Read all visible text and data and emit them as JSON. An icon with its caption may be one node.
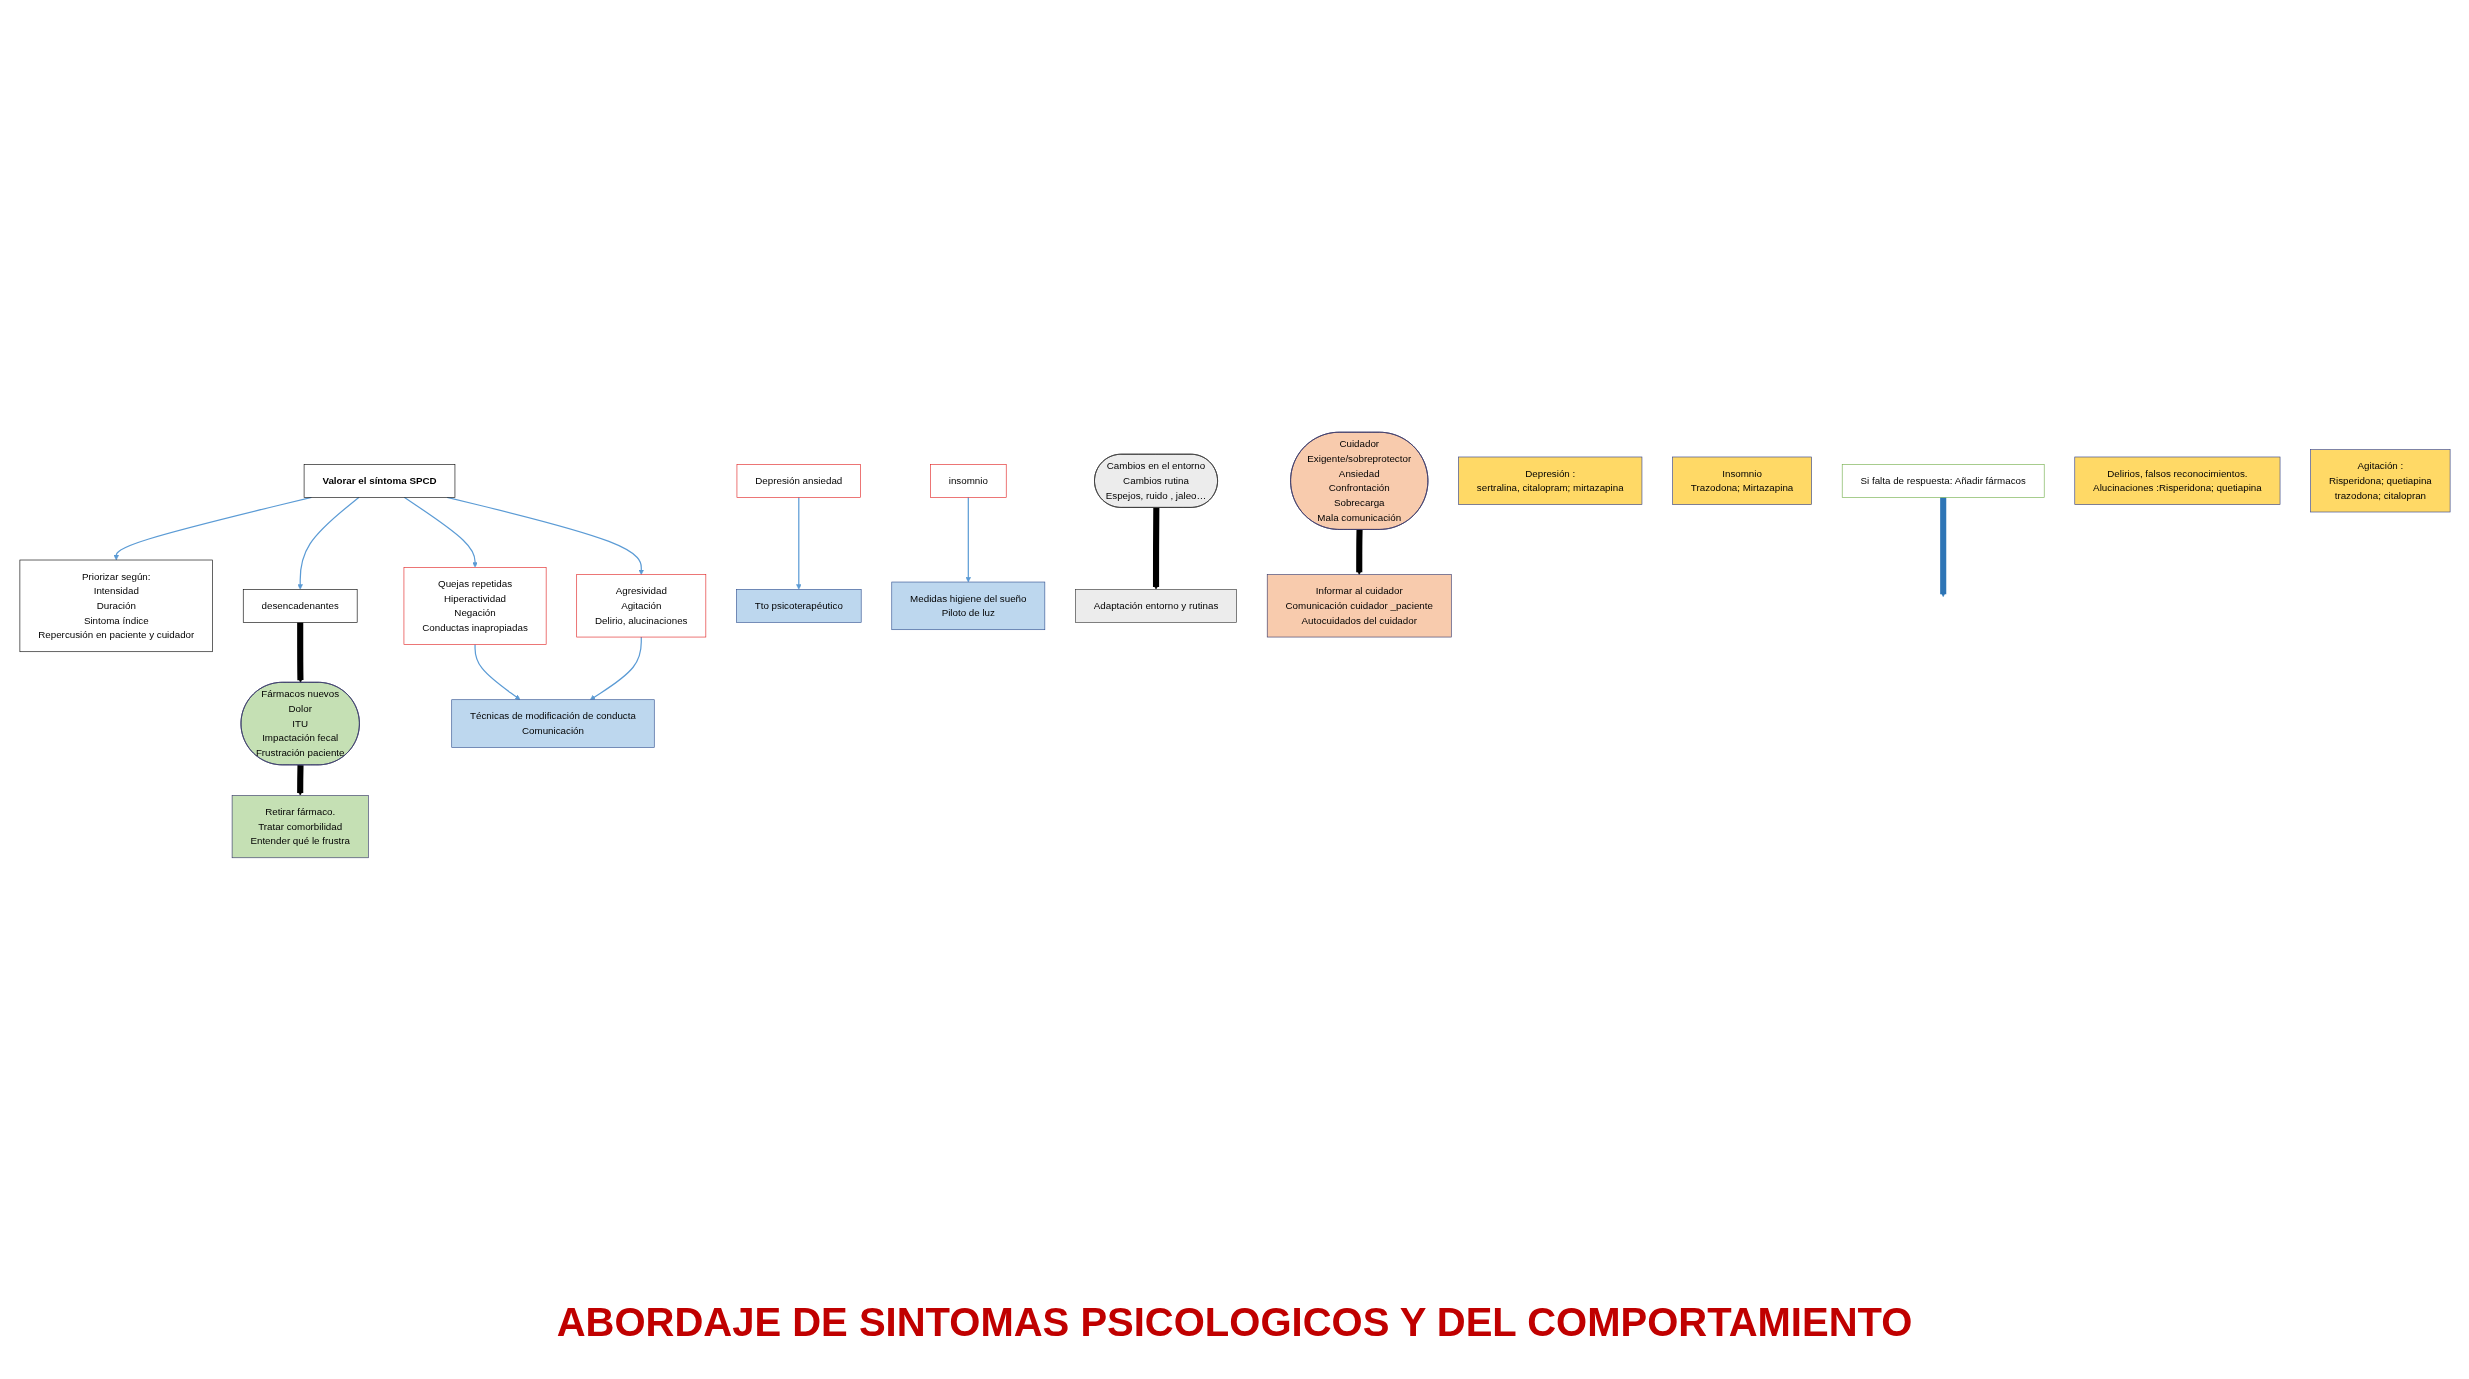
{
  "diagram": {
    "title": "ABORDAJE DE SINTOMAS PSICOLOGICOS Y DEL COMPORTAMIENTO",
    "nodes": [
      {
        "text": [
          "Priorizar según:",
          "Intensidad",
          "Duración",
          "Sintoma índice",
          "Repercusión en paciente y cuidador"
        ]
      },
      {
        "text": [
          "Valorar el síntoma SPCD"
        ]
      },
      {
        "text": [
          "Quejas repetidas",
          "Hiperactividad",
          "Negación",
          "Conductas inapropiadas"
        ]
      },
      {
        "text": [
          "desencadenantes"
        ]
      },
      {
        "text": [
          "Fármacos nuevos",
          "Dolor",
          "ITU",
          "Impactación fecal",
          "Frustración paciente"
        ]
      },
      {
        "text": [
          "Retirar fármaco.",
          "Tratar comorbilidad",
          "Entender qué le frustra"
        ]
      },
      {
        "text": [
          "Agresividad",
          "Agitación",
          "Delirio, alucinaciones"
        ]
      },
      {
        "text": [
          "Técnicas de modificación de conducta",
          "Comunicación"
        ]
      },
      {
        "text": [
          "Depresión ansiedad"
        ]
      },
      {
        "text": [
          "insomnio"
        ]
      },
      {
        "text": [
          "Tto psicoterapéutico"
        ]
      },
      {
        "text": [
          "Medidas higiene del sueño",
          "Piloto de luz"
        ]
      },
      {
        "text": [
          "Cambios en el entorno",
          "Cambios rutina",
          "Espejos, ruido , jaleo…"
        ]
      },
      {
        "text": [
          "Adaptación entorno y rutinas"
        ]
      },
      {
        "text": [
          "Si falta de respuesta: Añadir fármacos"
        ]
      },
      {
        "text": [
          "Depresión :",
          "sertralina, citalopram; mirtazapina"
        ]
      },
      {
        "text": [
          "Insomnio",
          "Trazodona; Mirtazapina"
        ]
      },
      {
        "text": [
          "Cuidador",
          "Exigente/sobreprotector",
          "Ansiedad",
          "Confrontación",
          "Sobrecarga",
          "Mala comunicación"
        ]
      },
      {
        "text": [
          "Informar al cuidador",
          "Comunicación cuidador _paciente",
          "Autocuidados del cuidador"
        ]
      },
      {
        "text": [
          "Delirios, falsos reconocimientos.",
          "Alucinaciones :Risperidona; quetiapina"
        ]
      },
      {
        "text": [
          "Agitación :",
          "Risperidona; quetiapina",
          "trazodona; citalopran"
        ]
      }
    ],
    "edges": [
      {
        "from": 1,
        "to": 0,
        "arrow": "to"
      },
      {
        "from": 1,
        "to": 3,
        "arrow": "to"
      },
      {
        "from": 1,
        "to": 2,
        "arrow": "to"
      },
      {
        "from": 1,
        "to": 6,
        "arrow": "to"
      },
      {
        "from": 2,
        "to": 7,
        "arrow": "to"
      },
      {
        "from": 6,
        "to": 7,
        "arrow": "to"
      },
      {
        "from": 8,
        "to": 10,
        "arrow": "to"
      },
      {
        "from": 9,
        "to": 11,
        "arrow": "to"
      },
      {
        "from": 3,
        "to": 4,
        "arrow": "to",
        "style": "thick",
        "color": "#000000"
      },
      {
        "from": 4,
        "to": 5,
        "arrow": "to",
        "style": "thick",
        "color": "#000000"
      },
      {
        "from": 12,
        "to": 13,
        "arrow": "to",
        "style": "thick",
        "color": "#000000"
      },
      {
        "from": 17,
        "to": 18,
        "arrow": "to",
        "style": "thick",
        "color": "#000000"
      },
      {
        "from": 14,
        "to": null,
        "arrow": "to",
        "style": "thick",
        "color": "#2e75b6"
      }
    ]
  }
}
